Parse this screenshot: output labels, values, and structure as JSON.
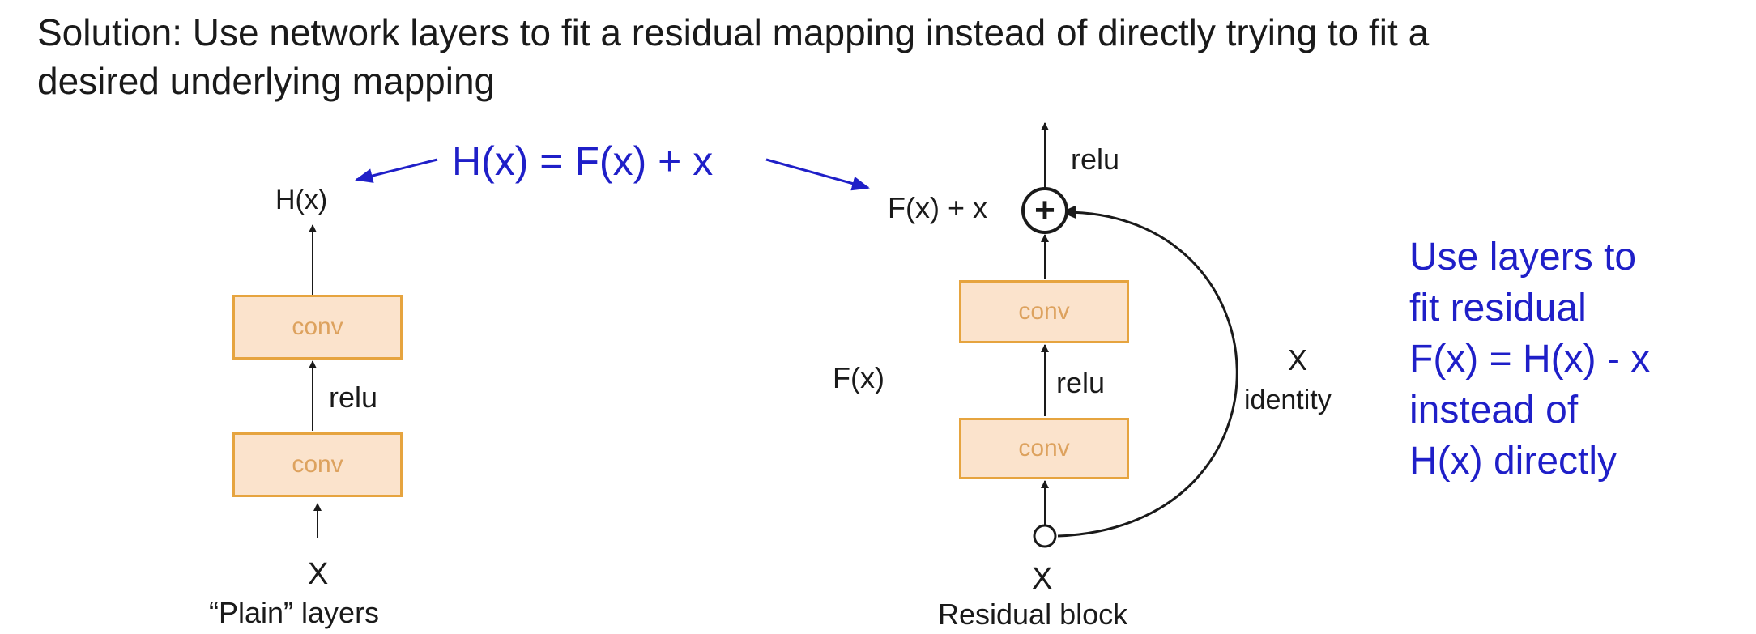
{
  "headline": {
    "line1": "Solution: Use network layers to fit a residual mapping instead of directly trying to fit a",
    "line2": "desired underlying mapping"
  },
  "equation": "H(x) = F(x) + x",
  "plain": {
    "output_label": "H(x)",
    "conv_top": "conv",
    "relu_label": "relu",
    "conv_bottom": "conv",
    "input_label": "X",
    "caption": "“Plain” layers"
  },
  "residual": {
    "top_relu_label": "relu",
    "sum_label": "F(x) + x",
    "plus_symbol": "+",
    "conv_top": "conv",
    "fx_label": "F(x)",
    "relu_label": "relu",
    "conv_bottom": "conv",
    "identity_x": "X",
    "identity_label": "identity",
    "input_label": "X",
    "caption": "Residual block"
  },
  "side_note": {
    "line1": "Use layers to",
    "line2": "fit residual",
    "line3": "F(x) = H(x) - x",
    "line4": "instead of",
    "line5": "H(x) directly"
  },
  "colors": {
    "accent_blue": "#1f1fc8",
    "conv_fill": "#fbe3cc",
    "conv_border": "#e6a43f",
    "conv_text": "#dda25e"
  }
}
